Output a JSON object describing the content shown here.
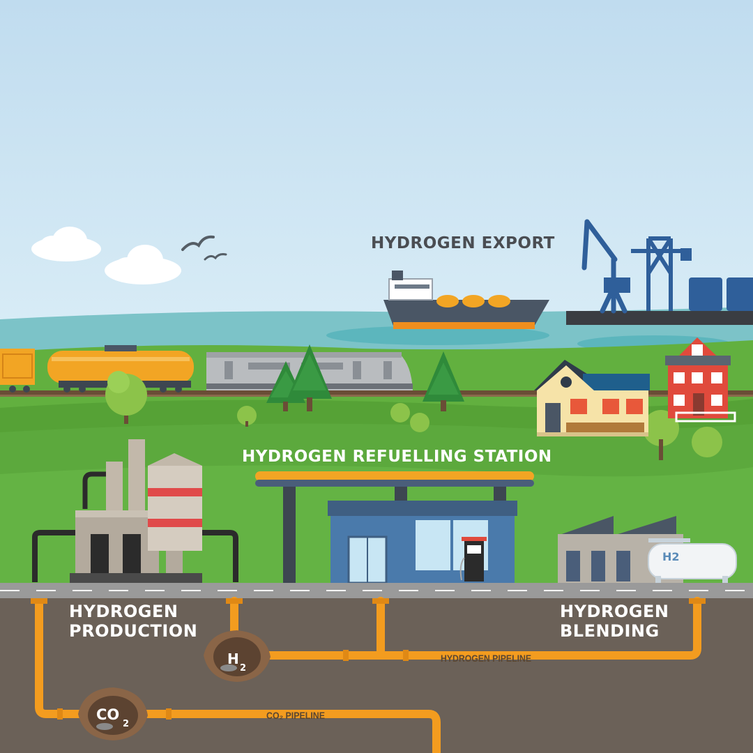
{
  "labels": {
    "hydrogen_export": "HYDROGEN EXPORT",
    "refuelling_station": "HYDROGEN REFUELLING STATION",
    "production_line1": "HYDROGEN",
    "production_line2": "PRODUCTION",
    "blending_line1": "HYDROGEN",
    "blending_line2": "BLENDING"
  },
  "pipelines": {
    "hydrogen": "HYDROGEN PIPELINE",
    "co2": "CO₂ PIPELINE"
  },
  "badges": {
    "h2_symbol": "H",
    "h2_sub": "2",
    "co2_symbol": "CO",
    "co2_sub": "2",
    "tank": "H2"
  },
  "colors": {
    "sky": "#c2def0",
    "sea": "#7cc3c8",
    "grass": "#5da63a",
    "ground": "#6b6158",
    "pipe": "#f39c1f",
    "crane": "#2f5f9a",
    "road": "#9a9a9a"
  }
}
